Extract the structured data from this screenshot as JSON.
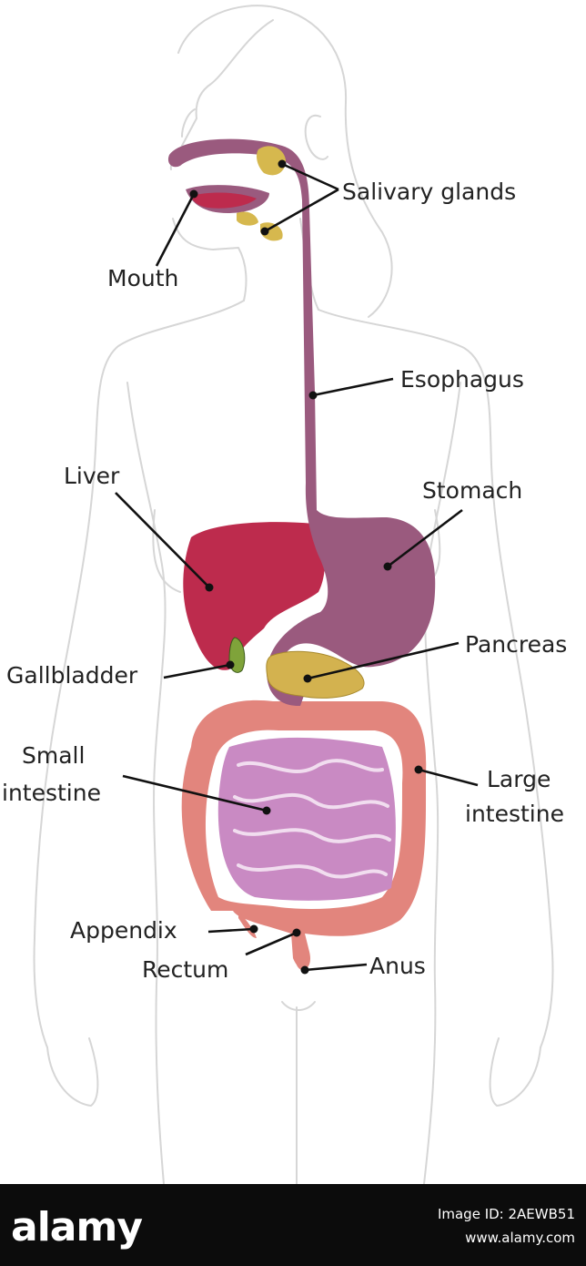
{
  "labels": {
    "salivary_glands": "Salivary glands",
    "mouth": "Mouth",
    "esophagus": "Esophagus",
    "liver": "Liver",
    "stomach": "Stomach",
    "gallbladder": "Gallbladder",
    "pancreas": "Pancreas",
    "small_intestine_1": "Small",
    "small_intestine_2": "intestine",
    "large_intestine_1": "Large",
    "large_intestine_2": "intestine",
    "appendix": "Appendix",
    "rectum": "Rectum",
    "anus": "Anus"
  },
  "watermark": {
    "logo": "alamy",
    "image_id": "Image ID: 2AEWB51",
    "url": "www.alamy.com"
  },
  "colors": {
    "esophagus_stomach": "#9a5a7e",
    "liver": "#bd2b4d",
    "gallbladder": "#7fa33a",
    "pancreas": "#d3b24f",
    "salivary_glands": "#d6b84e",
    "small_intestine": "#c98ac3",
    "large_intestine": "#e2857d",
    "body_outline": "#d6d6d6",
    "footer_bg": "#0c0c0c"
  }
}
